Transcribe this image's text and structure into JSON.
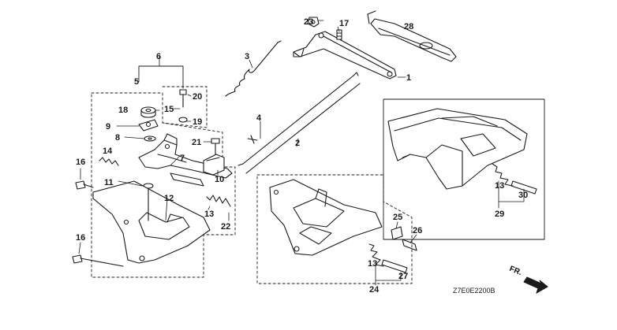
{
  "diagram": {
    "part_labels": {
      "p1": "1",
      "p2": "2",
      "p3": "3",
      "p4": "4",
      "p5": "5",
      "p6": "6",
      "p7": "7",
      "p8": "8",
      "p9": "9",
      "p10": "10",
      "p11": "11",
      "p12": "12",
      "p13a": "13",
      "p13b": "13",
      "p13c": "13",
      "p14": "14",
      "p15": "15",
      "p16a": "16",
      "p16b": "16",
      "p17": "17",
      "p18": "18",
      "p19": "19",
      "p20": "20",
      "p21": "21",
      "p22": "22",
      "p23": "23",
      "p24": "24",
      "p25": "25",
      "p26": "26",
      "p27": "27",
      "p28": "28",
      "p29": "29",
      "p30": "30"
    },
    "diagram_code": "Z7E0E2200B",
    "direction_marker": "FR."
  }
}
